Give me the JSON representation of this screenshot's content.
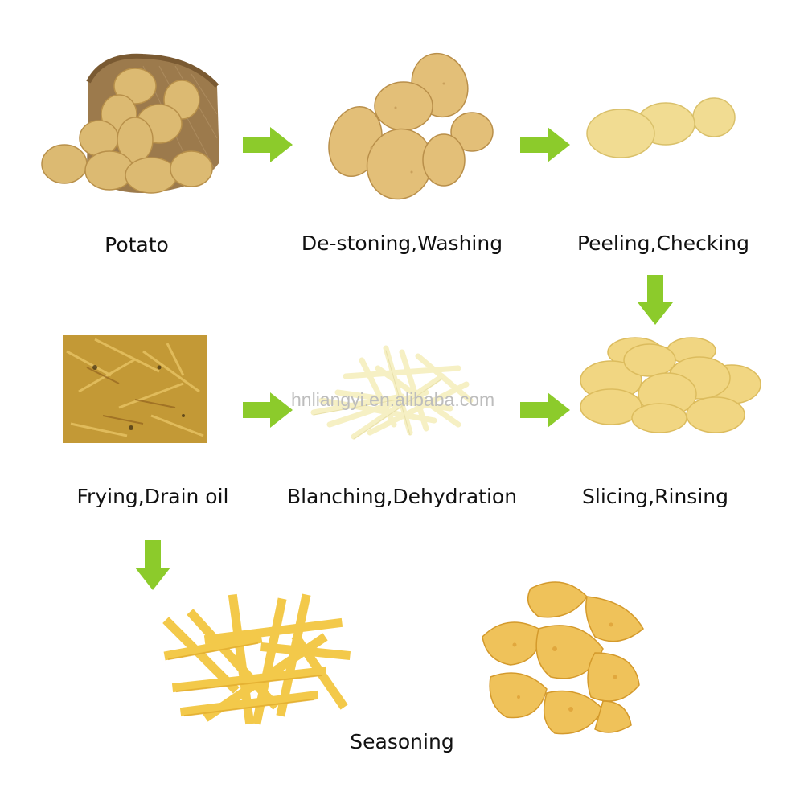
{
  "steps": {
    "potato": "Potato",
    "destoning": "De-stoning,Washing",
    "peeling": "Peeling,Checking",
    "slicing": "Slicing,Rinsing",
    "blanching": "Blanching,Dehydration",
    "frying": "Frying,Drain oil",
    "seasoning": "Seasoning"
  },
  "watermark": "hnliangyi.en.alibaba.com",
  "colors": {
    "arrow": "#8ccb2b",
    "potato_skin": "#d9b66f",
    "potato_flesh": "#f1dc92",
    "sack": "#9c7a4c",
    "fry_oil": "#c9a23c",
    "strip": "#f6f0c4",
    "chip": "#efc25a"
  },
  "icons": [
    "arrow-right-icon",
    "arrow-down-icon"
  ]
}
